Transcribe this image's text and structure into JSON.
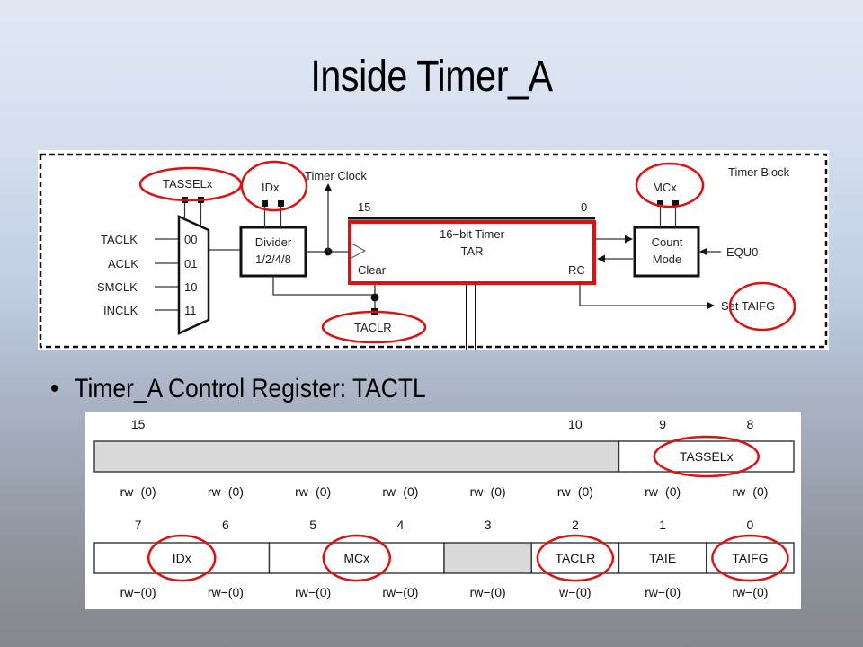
{
  "slide": {
    "title": "Inside Timer_A",
    "bullet": "Timer_A Control Register: TACTL",
    "bullet_icon": "bullet-dot-icon"
  },
  "colors": {
    "highlight": "#dd1111",
    "reserved_fill": "#d9d9d9"
  },
  "diagram": {
    "block_label": "Timer Block",
    "timer_clock_label": "Timer Clock",
    "tassel_label": "TASSELx",
    "id_label": "IDx",
    "mc_label": "MCx",
    "taclr_label": "TACLR",
    "mux_inputs": [
      {
        "source": "TACLK",
        "code": "00"
      },
      {
        "source": "ACLK",
        "code": "01"
      },
      {
        "source": "SMCLK",
        "code": "10"
      },
      {
        "source": "INCLK",
        "code": "11"
      }
    ],
    "divider": {
      "line1": "Divider",
      "line2": "1/2/4/8"
    },
    "timer": {
      "bit_high": "15",
      "bit_low": "0",
      "line1": "16−bit Timer",
      "line2": "TAR",
      "clear_label": "Clear",
      "rc_label": "RC"
    },
    "count_mode": {
      "line1": "Count",
      "line2": "Mode"
    },
    "equ0_label": "EQU0",
    "set_taifg_prefix": "Set ",
    "set_taifg_label": "TAIFG"
  },
  "register": {
    "name": "TACTL",
    "upper": {
      "bit_numbers": [
        "15",
        "",
        "",
        "",
        "",
        "10",
        "9",
        "8"
      ],
      "fields": [
        {
          "name": "",
          "span": 6,
          "reserved": true
        },
        {
          "name": "TASSELx",
          "span": 2,
          "reserved": false,
          "circled": true
        }
      ],
      "access": [
        "rw−(0)",
        "rw−(0)",
        "rw−(0)",
        "rw−(0)",
        "rw−(0)",
        "rw−(0)",
        "rw−(0)",
        "rw−(0)"
      ]
    },
    "lower": {
      "bit_numbers": [
        "7",
        "6",
        "5",
        "4",
        "3",
        "2",
        "1",
        "0"
      ],
      "fields": [
        {
          "name": "IDx",
          "span": 2,
          "reserved": false,
          "circled": true
        },
        {
          "name": "MCx",
          "span": 2,
          "reserved": false,
          "circled": true
        },
        {
          "name": "",
          "span": 1,
          "reserved": true
        },
        {
          "name": "TACLR",
          "span": 1,
          "reserved": false,
          "circled": true
        },
        {
          "name": "TAIE",
          "span": 1,
          "reserved": false,
          "circled": false
        },
        {
          "name": "TAIFG",
          "span": 1,
          "reserved": false,
          "circled": true
        }
      ],
      "access": [
        "rw−(0)",
        "rw−(0)",
        "rw−(0)",
        "rw−(0)",
        "rw−(0)",
        "w−(0)",
        "rw−(0)",
        "rw−(0)"
      ]
    }
  }
}
